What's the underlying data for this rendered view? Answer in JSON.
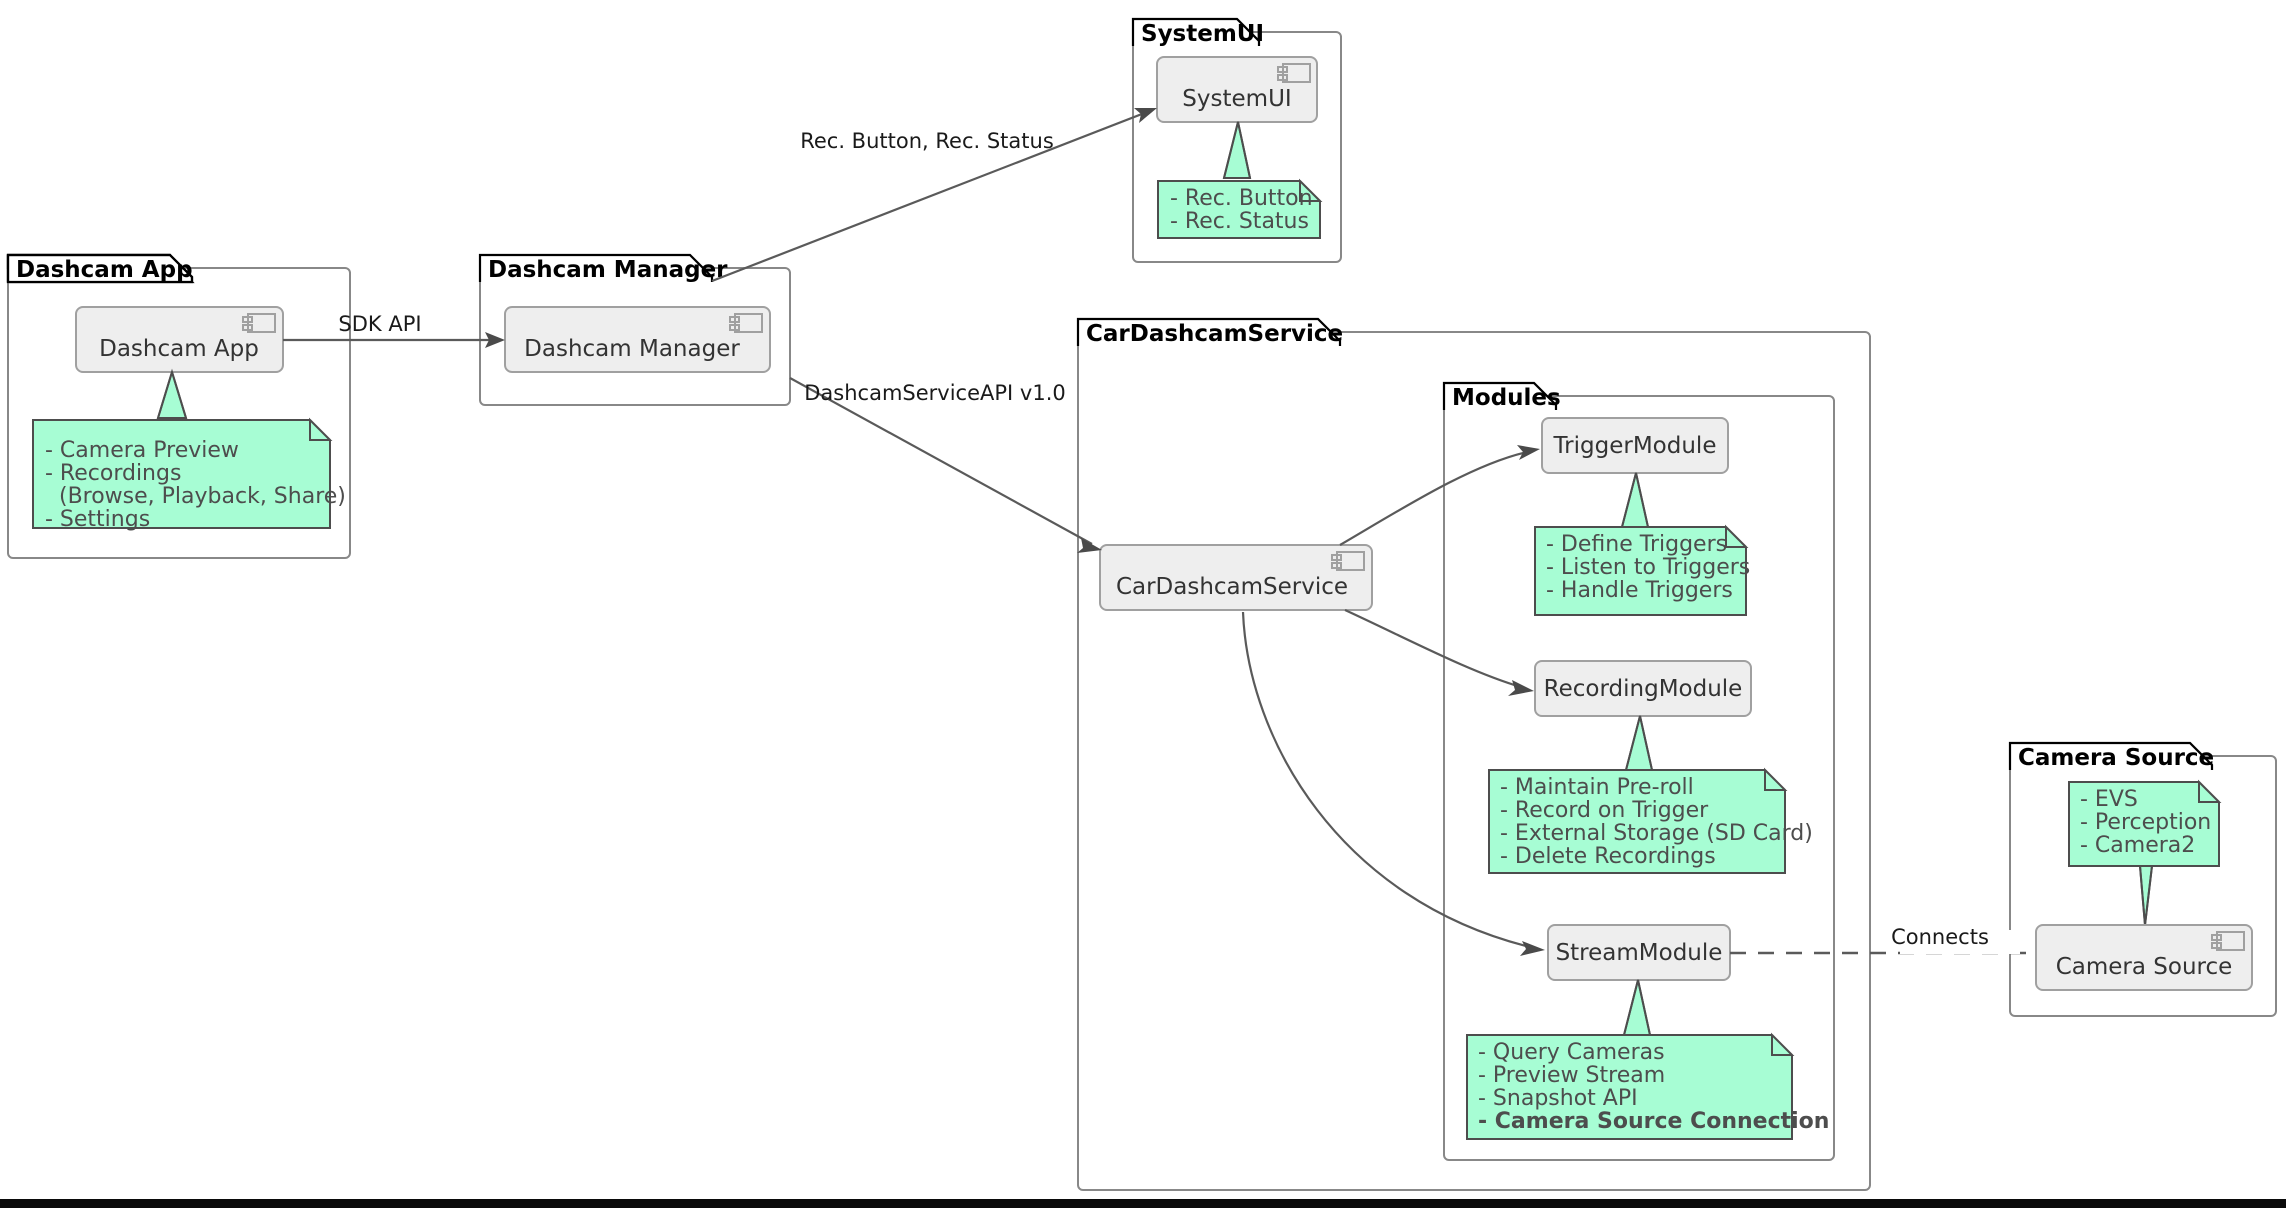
{
  "diagram": {
    "type": "uml-component-diagram",
    "title": "CarDashcamService Architecture",
    "colors": {
      "note_fill": "#A7FDD4",
      "note_border": "#4D4D4D",
      "component_fill": "#EEEEEE",
      "component_border": "#A0A0A0",
      "package_border": "#888888",
      "edge": "#5A5A5A",
      "text": "#333333",
      "background": "#FFFFFF"
    }
  },
  "packages": {
    "dashcam_app": {
      "label": "Dashcam App"
    },
    "dashcam_manager": {
      "label": "Dashcam Manager"
    },
    "system_ui": {
      "label": "SystemUI"
    },
    "car_dashcam_service": {
      "label": "CarDashcamService"
    },
    "modules": {
      "label": "Modules"
    },
    "camera_source": {
      "label": "Camera Source"
    }
  },
  "components": {
    "dashcam_app": {
      "label": "Dashcam App",
      "icon": "uml-component-icon"
    },
    "dashcam_manager": {
      "label": "Dashcam Manager",
      "icon": "uml-component-icon"
    },
    "system_ui": {
      "label": "SystemUI",
      "icon": "uml-component-icon"
    },
    "car_dashcam_service": {
      "label": "CarDashcamService",
      "icon": "uml-component-icon"
    },
    "trigger_module": {
      "label": "TriggerModule",
      "icon": "none"
    },
    "recording_module": {
      "label": "RecordingModule",
      "icon": "none"
    },
    "stream_module": {
      "label": "StreamModule",
      "icon": "none"
    },
    "camera_source": {
      "label": "Camera Source",
      "icon": "uml-component-icon"
    }
  },
  "notes": {
    "dashcam_app": {
      "lines": [
        {
          "text": "- Camera Preview",
          "bold": false
        },
        {
          "text": "- Recordings",
          "bold": false
        },
        {
          "text": "  (Browse, Playback, Share)",
          "bold": false
        },
        {
          "text": "- Settings",
          "bold": false
        }
      ]
    },
    "system_ui": {
      "lines": [
        {
          "text": "- Rec. Button",
          "bold": false
        },
        {
          "text": "- Rec. Status",
          "bold": false
        }
      ]
    },
    "trigger_module": {
      "lines": [
        {
          "text": "- Define Triggers",
          "bold": false
        },
        {
          "text": "- Listen to Triggers",
          "bold": false
        },
        {
          "text": "- Handle Triggers",
          "bold": false
        }
      ]
    },
    "recording_module": {
      "lines": [
        {
          "text": "- Maintain Pre-roll",
          "bold": false
        },
        {
          "text": "- Record on Trigger",
          "bold": false
        },
        {
          "text": "- External Storage (SD Card)",
          "bold": false
        },
        {
          "text": "- Delete Recordings",
          "bold": false
        }
      ]
    },
    "stream_module": {
      "lines": [
        {
          "text": "- Query Cameras",
          "bold": false
        },
        {
          "text": "- Preview Stream",
          "bold": false
        },
        {
          "text": "- Snapshot API",
          "bold": false
        },
        {
          "text": "- Camera Source Connection",
          "bold": true
        }
      ]
    },
    "camera_source": {
      "lines": [
        {
          "text": "- EVS",
          "bold": false
        },
        {
          "text": "- Perception",
          "bold": false
        },
        {
          "text": "- Camera2",
          "bold": false
        }
      ]
    }
  },
  "edges": [
    {
      "id": "app-to-manager",
      "label": "SDK API",
      "from": "dashcam_app",
      "to": "dashcam_manager",
      "style": "solid-arrow"
    },
    {
      "id": "manager-to-systemui",
      "label": "Rec. Button, Rec. Status",
      "from": "dashcam_manager",
      "to": "system_ui",
      "style": "solid-arrow"
    },
    {
      "id": "manager-to-service",
      "label": "DashcamServiceAPI v1.0",
      "from": "dashcam_manager",
      "to": "car_dashcam_service",
      "style": "solid-arrow"
    },
    {
      "id": "service-to-trigger",
      "label": "",
      "from": "car_dashcam_service",
      "to": "trigger_module",
      "style": "solid-arrow"
    },
    {
      "id": "service-to-recording",
      "label": "",
      "from": "car_dashcam_service",
      "to": "recording_module",
      "style": "solid-arrow"
    },
    {
      "id": "service-to-stream",
      "label": "",
      "from": "car_dashcam_service",
      "to": "stream_module",
      "style": "solid-arrow"
    },
    {
      "id": "stream-to-camera",
      "label": "Connects",
      "from": "stream_module",
      "to": "camera_source",
      "style": "dashed"
    }
  ]
}
